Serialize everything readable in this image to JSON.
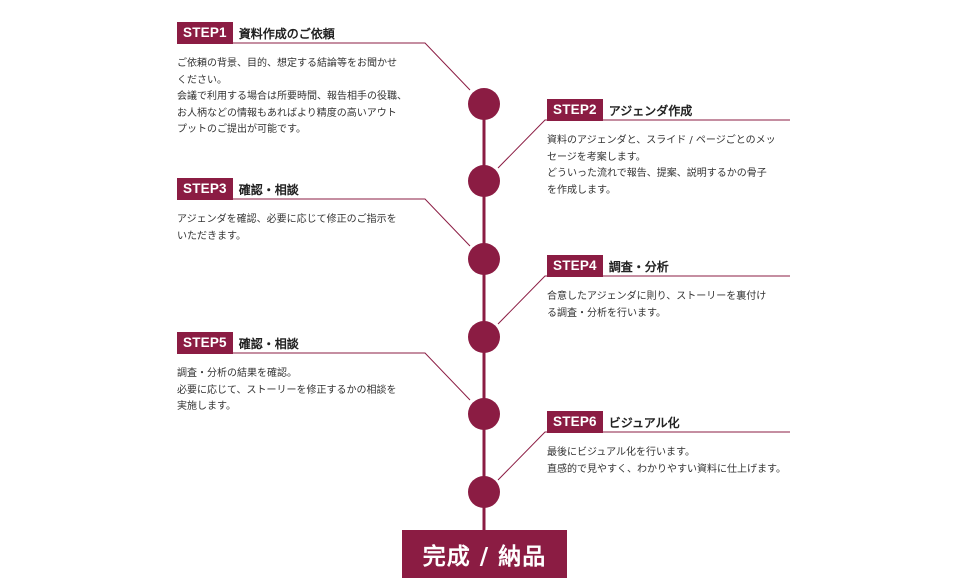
{
  "colors": {
    "accent": "#8b1c43",
    "line": "#8b1c43"
  },
  "steps": [
    {
      "badge": "STEP1",
      "title": "資料作成のご依頼",
      "desc": "ご依頼の背景、目的、想定する結論等をお聞かせ\nください。\n会議で利用する場合は所要時間、報告相手の役職、\nお人柄などの情報もあればより精度の高いアウト\nプットのご提出が可能です。"
    },
    {
      "badge": "STEP2",
      "title": "アジェンダ作成",
      "desc": "資料のアジェンダと、スライド / ページごとのメッ\nセージを考案します。\nどういった流れで報告、提案、説明するかの骨子\nを作成します。"
    },
    {
      "badge": "STEP3",
      "title": "確認・相談",
      "desc": "アジェンダを確認、必要に応じて修正のご指示を\nいただきます。"
    },
    {
      "badge": "STEP4",
      "title": "調査・分析",
      "desc": "合意したアジェンダに則り、ストーリーを裏付け\nる調査・分析を行います。"
    },
    {
      "badge": "STEP5",
      "title": "確認・相談",
      "desc": "調査・分析の結果を確認。\n必要に応じて、ストーリーを修正するかの相談を\n実施します。"
    },
    {
      "badge": "STEP6",
      "title": "ビジュアル化",
      "desc": "最後にビジュアル化を行います。\n直感的で見やすく、わかりやすい資料に仕上げます。"
    }
  ],
  "final": {
    "label": "完成 / 納品"
  }
}
